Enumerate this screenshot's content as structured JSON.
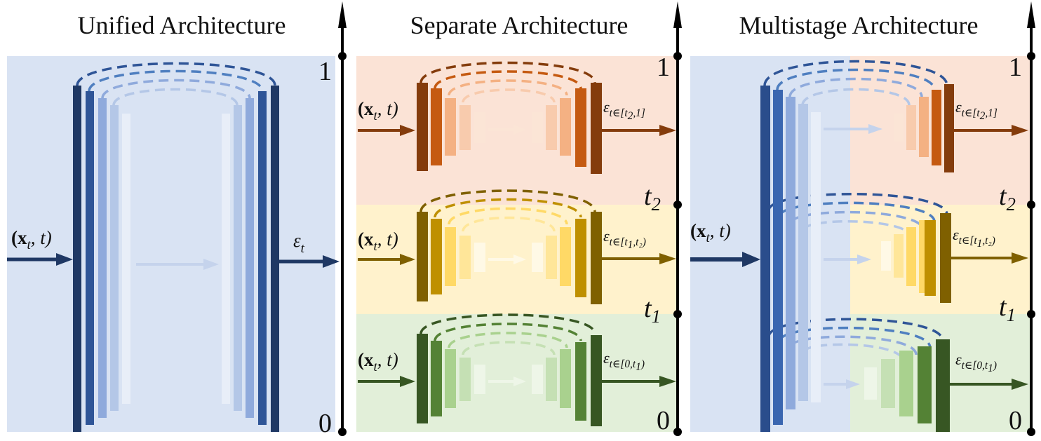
{
  "panels": [
    {
      "title": "Unified Architecture",
      "axis_ticks": {
        "top": "1",
        "bottom": "0"
      },
      "input_label": "(x",
      "input_label_sub": "t",
      "input_label_tail": ", t)",
      "output_symbol": "ε",
      "output_sub": "t"
    },
    {
      "title": "Separate Architecture",
      "axis_ticks": {
        "top": "1",
        "t2": "t",
        "t2_sub": "2",
        "t1": "t",
        "t1_sub": "1",
        "bottom": "0"
      },
      "stages": [
        {
          "input_label": "(x",
          "input_sub": "t",
          "input_tail": ", t)",
          "output_symbol": "ε",
          "output_sub": "t∈[t",
          "output_sub2": "2",
          "output_tail": ",1]"
        },
        {
          "input_label": "(x",
          "input_sub": "t",
          "input_tail": ", t)",
          "output_symbol": "ε",
          "output_sub": "t∈[t",
          "output_sub2": "1",
          "output_tail": ",t₂)"
        },
        {
          "input_label": "(x",
          "input_sub": "t",
          "input_tail": ", t)",
          "output_symbol": "ε",
          "output_sub": "t∈[0,t",
          "output_sub2": "1",
          "output_tail": ")"
        }
      ]
    },
    {
      "title": "Multistage Architecture",
      "axis_ticks": {
        "top": "1",
        "t2": "t",
        "t2_sub": "2",
        "t1": "t",
        "t1_sub": "1",
        "bottom": "0"
      },
      "input_label": "(x",
      "input_label_sub": "t",
      "input_label_tail": ", t)",
      "stages": [
        {
          "output_symbol": "ε",
          "output_sub": "t∈[t",
          "output_sub2": "2",
          "output_tail": ",1]"
        },
        {
          "output_symbol": "ε",
          "output_sub": "t∈[t",
          "output_sub2": "1",
          "output_tail": ",t₂)"
        },
        {
          "output_symbol": "ε",
          "output_sub": "t∈[0,t",
          "output_sub2": "1",
          "output_tail": ")"
        }
      ]
    }
  ],
  "colors": {
    "blue_bg": "#d9e3f3",
    "orange_bg": "#fbe3d6",
    "yellow_bg": "#fff2cc",
    "green_bg": "#e2efd9",
    "blue": [
      "#1f3864",
      "#2f5597",
      "#8faadc",
      "#b4c7e7",
      "#dae3f3"
    ],
    "orange": [
      "#843c0c",
      "#c55a11",
      "#f4b183",
      "#f8cbad",
      "#fbe5d6"
    ],
    "yellow": [
      "#7f6000",
      "#bf9000",
      "#ffd966",
      "#ffe699",
      "#fff2cc"
    ],
    "green": [
      "#375623",
      "#548235",
      "#a9d18e",
      "#c5e0b4",
      "#e2efd9"
    ]
  }
}
